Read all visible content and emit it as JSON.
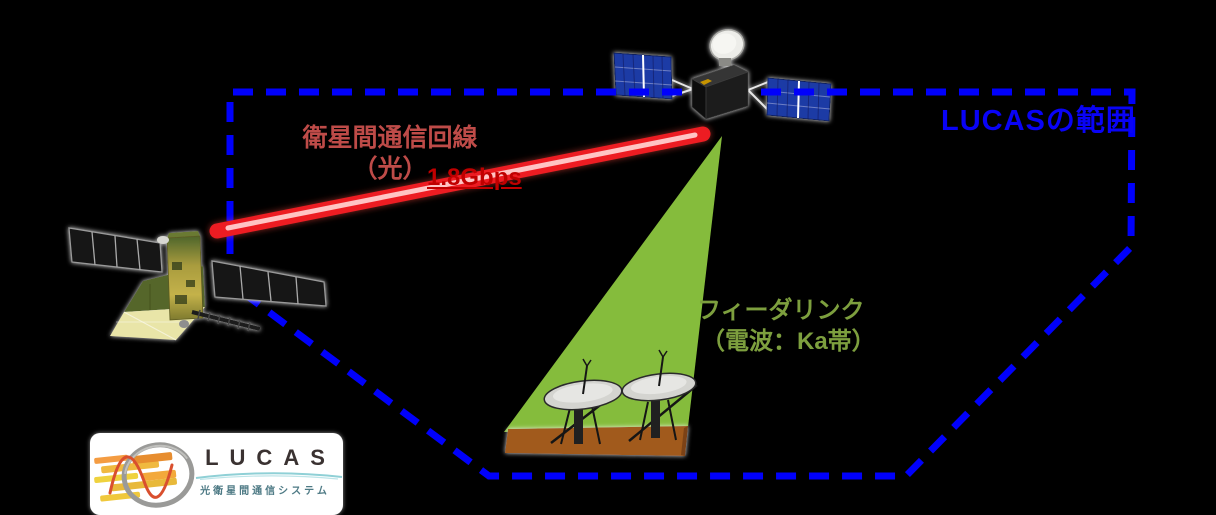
{
  "diagram": {
    "background_color": "#000000",
    "scope": {
      "label": "LUCASの範囲",
      "boundary_color": "#0000FB"
    },
    "optical_link": {
      "name_line1": "衛星間通信回線",
      "name_line2": "（光）",
      "data_rate": "1.8Gbps",
      "beam_color": "#ED1C24",
      "label_color": "#BE4B48",
      "rate_color": "#C00000"
    },
    "feeder_link": {
      "name_line1": "フィーダリンク",
      "name_line2": "（電波：Ka帯）",
      "beam_color": "#8CC63F",
      "label_color": "#7D9F3E"
    },
    "icons": {
      "relay_satellite": "relay-satellite-icon",
      "observation_satellite": "observation-satellite-icon",
      "ground_antennas": "ground-antenna-icon",
      "ground": "ground-icon"
    }
  },
  "logo": {
    "wordmark": "LUCAS",
    "tagline": "光衛星間通信システム"
  }
}
